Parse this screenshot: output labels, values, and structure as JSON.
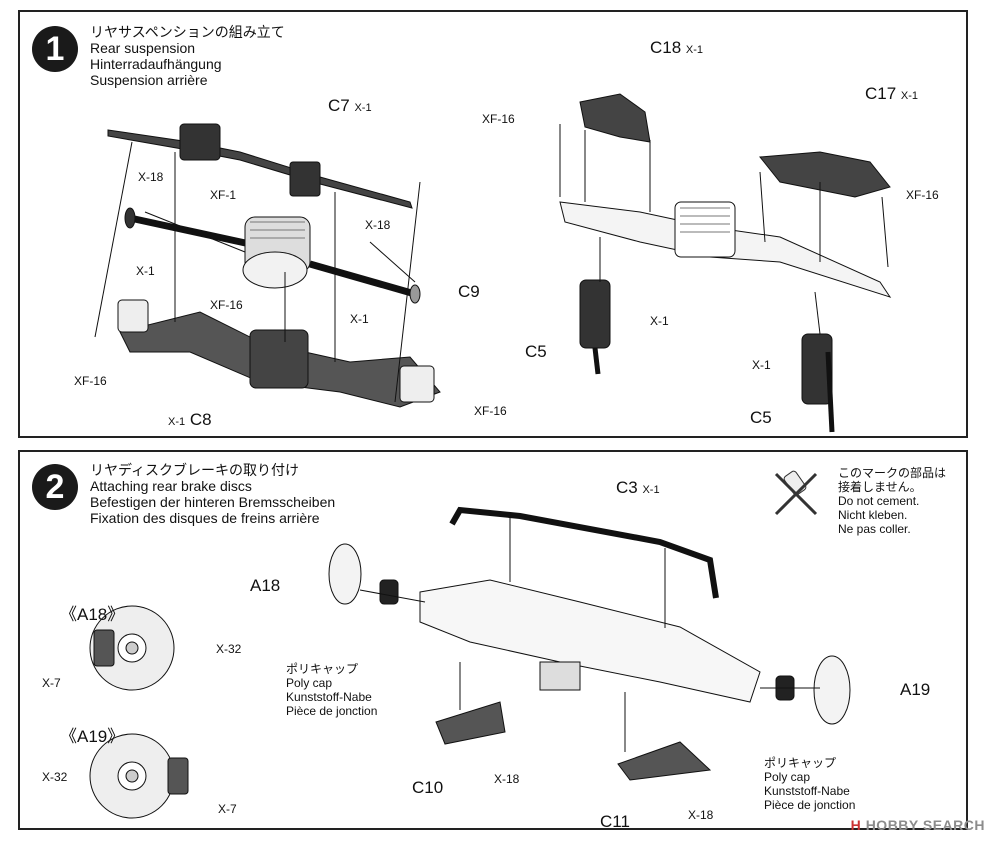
{
  "step1": {
    "number": "1",
    "title_jp": "リヤサスペンションの組み立て",
    "title_en": "Rear suspension",
    "title_de": "Hinterradaufhängung",
    "title_fr": "Suspension arrière",
    "left_labels": {
      "c7": "C7",
      "c7_screw": "X-1",
      "x18_a": "X-18",
      "xf1": "XF-1",
      "x1_a": "X-1",
      "xf16_a": "XF-16",
      "x18_b": "X-18",
      "c9": "C9",
      "x1_b": "X-1",
      "xf16_b": "XF-16",
      "c8": "C8",
      "c8_screw": "X-1",
      "xf16_c": "XF-16"
    },
    "right_labels": {
      "c18": "C18",
      "c18_screw": "X-1",
      "xf16_d": "XF-16",
      "c17": "C17",
      "c17_screw": "X-1",
      "xf16_e": "XF-16",
      "c5_a": "C5",
      "c5_a_screw": "X-1",
      "c5_b": "C5",
      "c5_b_screw": "X-1"
    }
  },
  "step2": {
    "number": "2",
    "title_jp": "リヤディスクブレーキの取り付け",
    "title_en": "Attaching rear brake discs",
    "title_de": "Befestigen der hinteren Bremsscheiben",
    "title_fr": "Fixation des disques de freins arrière",
    "note": {
      "jp1": "このマークの部品は",
      "jp2": "接着しません。",
      "en": "Do not cement.",
      "de": "Nicht kleben.",
      "fr": "Ne pas coller."
    },
    "detail_a18": {
      "title": "《A18》",
      "x32": "X-32",
      "x7": "X-7"
    },
    "detail_a19": {
      "title": "《A19》",
      "x32": "X-32",
      "x7": "X-7"
    },
    "labels": {
      "c3": "C3",
      "c3_screw": "X-1",
      "a18": "A18",
      "a19": "A19",
      "c10": "C10",
      "c10_screw": "X-18",
      "c11": "C11",
      "c11_screw": "X-18"
    },
    "polycap_left": {
      "jp": "ポリキャップ",
      "en": "Poly cap",
      "de": "Kunststoff-Nabe",
      "fr": "Pièce de jonction"
    },
    "polycap_right": {
      "jp": "ポリキャップ",
      "en": "Poly cap",
      "de": "Kunststoff-Nabe",
      "fr": "Pièce de jonction"
    }
  },
  "watermark": {
    "logo": "H",
    "text": "HOBBY SEARCH"
  },
  "colors": {
    "ink": "#1a1a1a",
    "part_fill": "#555555",
    "light_part": "#e8e8e8",
    "watermark": "#8c8c8c"
  }
}
